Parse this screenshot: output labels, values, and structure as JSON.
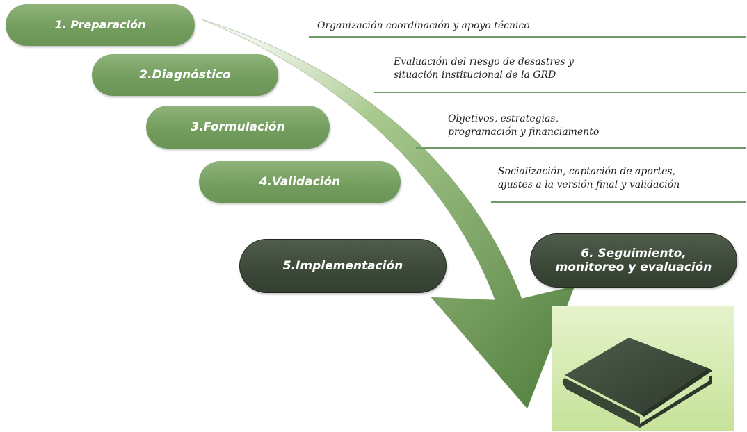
{
  "steps": [
    {
      "label": "1. Preparación",
      "description": "Organización coordinación y apoyo técnico"
    },
    {
      "label": "2.Diagnóstico",
      "description": "Evaluación del riesgo de desastres y\nsituación institucional de la GRD"
    },
    {
      "label": "3.Formulación",
      "description": "Objetivos, estrategias,\nprogramación y financiamento"
    },
    {
      "label": "4.Validación",
      "description": "Socialización, captación de aportes,\najustes a la versión final y validación"
    },
    {
      "label": "5.Implementación"
    },
    {
      "label": "6. Seguimiento,\nmonitoreo y evaluación"
    }
  ],
  "colors": {
    "light_step": "#7aa564",
    "dark_step": "#3c4838",
    "arrow": "#6f9a58",
    "rule": "#6f9a6a",
    "book_backdrop": "#d6eab2",
    "book_cover": "#3d4a3a",
    "book_pages": "#c9e3a4"
  },
  "icons": {
    "book": "closed-book-icon",
    "arrow": "curved-down-arrow"
  }
}
